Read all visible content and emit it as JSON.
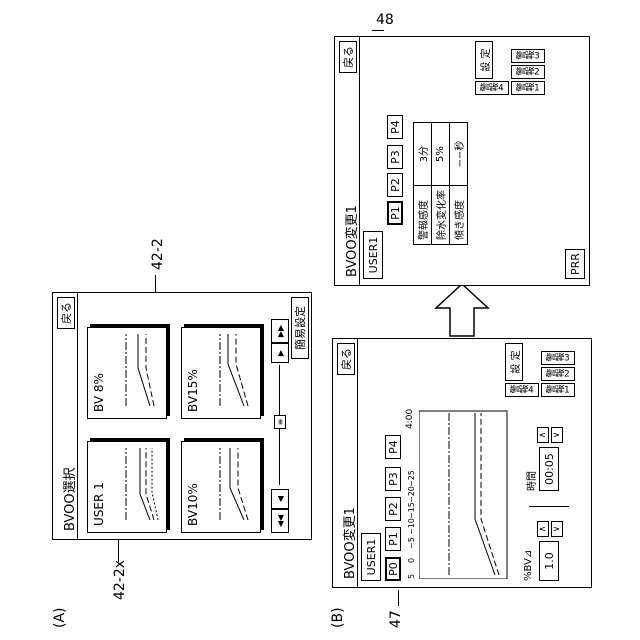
{
  "figure_labels": {
    "a": "(A)",
    "b": "(B)"
  },
  "refs": {
    "r42_2": "42-2",
    "r42_2x": "42-2x",
    "r47": "47",
    "r48": "48"
  },
  "panel_a": {
    "title": "BVOO選択",
    "back": "戻る",
    "simple_setting": "簡易設定",
    "cards": [
      {
        "name": "USER 1"
      },
      {
        "name": "BV 8%"
      },
      {
        "name": "BV10%"
      },
      {
        "name": "BV15%"
      }
    ],
    "nav": {
      "first": "◀◀",
      "prev": "◀",
      "thumb": "≡",
      "next": "▶",
      "last": "▶▶"
    }
  },
  "panel_b": {
    "title": "BVOO変更1",
    "user": "USER1",
    "back": "戻る",
    "p_buttons": [
      "P0",
      "P1",
      "P2",
      "P3",
      "P4"
    ],
    "alarms": [
      "警報1",
      "警報2",
      "警報3",
      "警報4"
    ],
    "set": "設 定",
    "y_ticks": [
      "5",
      "0",
      "−5",
      "−10",
      "−15",
      "−20",
      "−25"
    ],
    "x_tick_end": "4:00",
    "bv_label": "%BV⊿",
    "bv_value": "1.0",
    "time_label": "時間",
    "time_value": "00:05",
    "up": "∧",
    "down": "∨"
  },
  "panel_c": {
    "title": "BVOO変更1",
    "user": "USER1",
    "back": "戻る",
    "p_buttons": [
      "P1",
      "P2",
      "P3",
      "P4"
    ],
    "alarms": [
      "警報1",
      "警報2",
      "警報3",
      "警報4"
    ],
    "set": "設 定",
    "prr": "PRR",
    "rows": [
      {
        "label": "警報感度",
        "value": "3分"
      },
      {
        "label": "除水変化率",
        "value": "5%"
      },
      {
        "label": "傾き感度",
        "value": "−−秒"
      }
    ]
  }
}
